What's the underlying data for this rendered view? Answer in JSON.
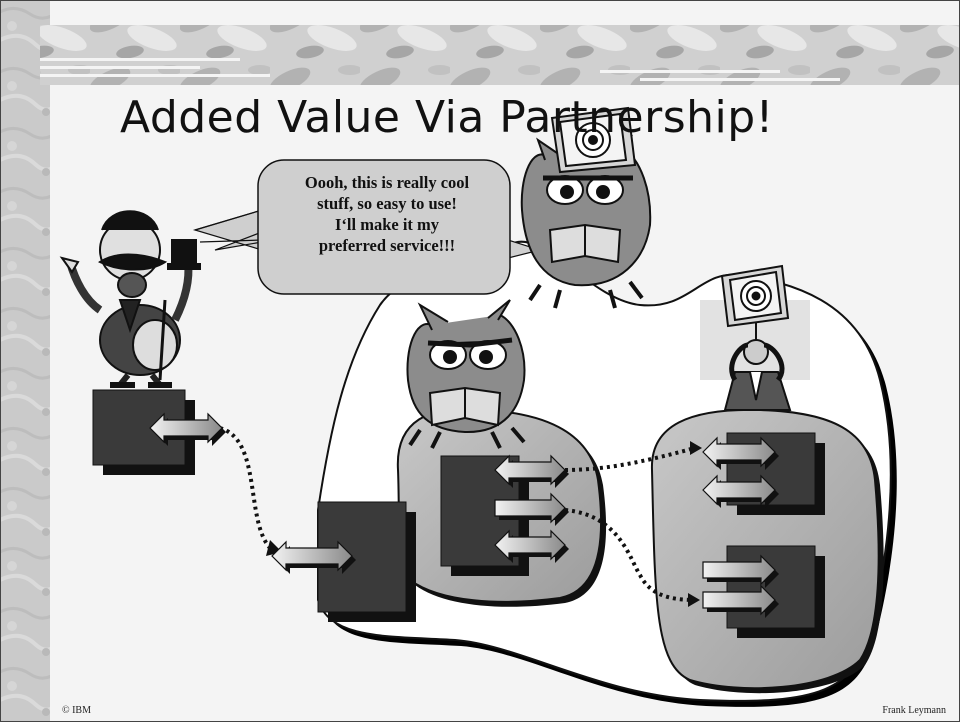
{
  "slide": {
    "title": "Added Value Via Partnership!",
    "speech_bubble": {
      "lines": [
        "Oooh, this is really cool",
        "stuff, so easy to use!",
        "I‘ll make it my",
        "preferred service!!!"
      ]
    },
    "footer_left": "© IBM",
    "footer_right": "Frank Leymann"
  },
  "colors": {
    "background_marble": "#c9c9c9",
    "content_panel": "#f4f4f4",
    "component_box": "#3a3a3a",
    "box_shadow": "#111111",
    "partner_blob": "#b3b3b3",
    "cloud_fill": "#ffffff",
    "arrow_light": "#e6e6e6",
    "bubble_fill": "#cfcfcf"
  },
  "icons": {
    "user_character": "cheering-man-with-top-hat-icon",
    "partner_character": "reading-owl-icon",
    "target_sign": "target-bullseye-icon",
    "manager_figure": "businessman-holding-target-icon"
  }
}
